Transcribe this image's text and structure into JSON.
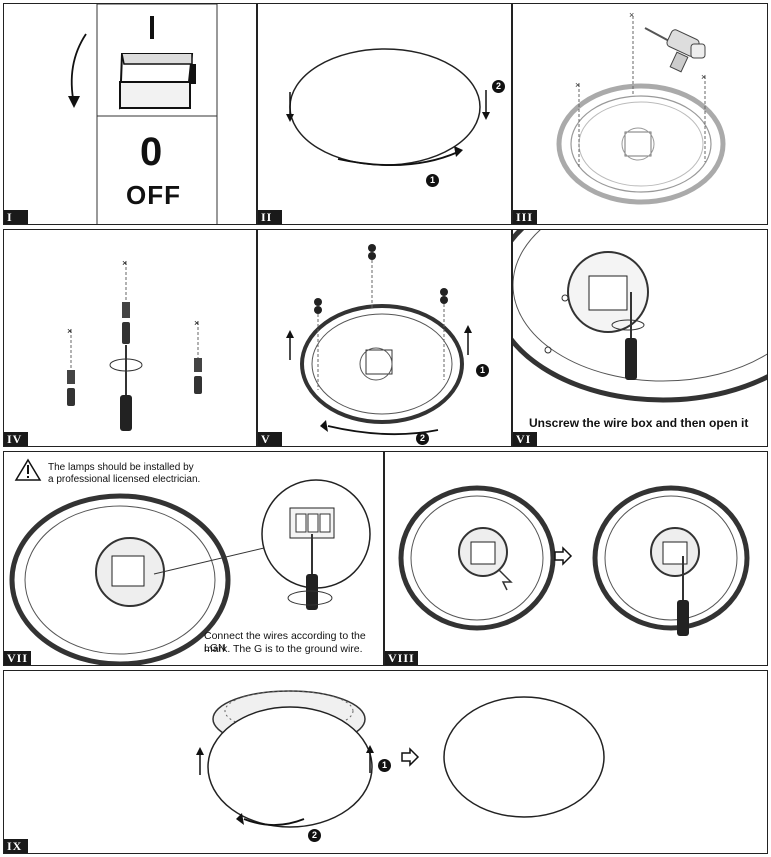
{
  "panels": {
    "p1": {
      "tag": "I",
      "zero": "0",
      "off": "OFF"
    },
    "p2": {
      "tag": "II",
      "step1": "1",
      "step2": "2"
    },
    "p3": {
      "tag": "III"
    },
    "p4": {
      "tag": "IV"
    },
    "p5": {
      "tag": "V",
      "step1": "1",
      "step2": "2"
    },
    "p6": {
      "tag": "VI",
      "caption": "Unscrew the wire box and then open it"
    },
    "p7": {
      "tag": "VII",
      "warning_line1": "The lamps should be installed by",
      "warning_line2": "a professional licensed electrician.",
      "note_line1": "Connect the wires according to the LGN",
      "note_line2": "mark.  The G is to the ground wire."
    },
    "p8": {
      "tag": "VIII"
    },
    "p9": {
      "tag": "IX",
      "step1": "1",
      "step2": "2"
    }
  },
  "icons": [
    "arrow-down-icon",
    "switch-icon",
    "drill-icon",
    "screw-icon",
    "screwdriver-icon",
    "warning-icon",
    "hollow-arrow-right-icon",
    "rotate-arrow-icon"
  ]
}
